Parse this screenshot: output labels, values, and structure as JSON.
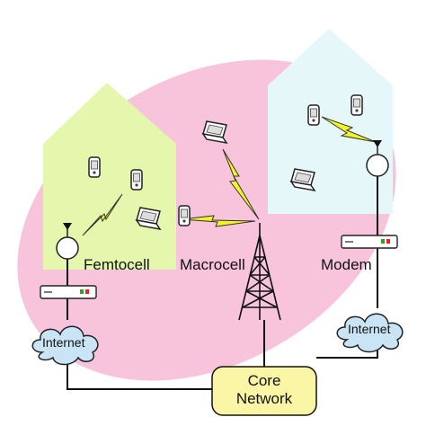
{
  "labels": {
    "femtocell": "Femtocell",
    "macrocell": "Macrocell",
    "modem": "Modem",
    "internet_left": "Internet",
    "internet_right": "Internet",
    "core_line1": "Core",
    "core_line2": "Network"
  },
  "colors": {
    "ellipse": "#f8c4dc",
    "house_left": "#e4f7ad",
    "house_right": "#e6f7fa",
    "cloud": "#c8e4f5",
    "core": "#fbf5a6",
    "bolt": "#f3f32a",
    "line": "#111111"
  },
  "icons": [
    "tower-icon",
    "phone-icon",
    "laptop-icon",
    "antenna-icon",
    "router-icon",
    "cloud-icon",
    "lightning-bolt-icon"
  ]
}
